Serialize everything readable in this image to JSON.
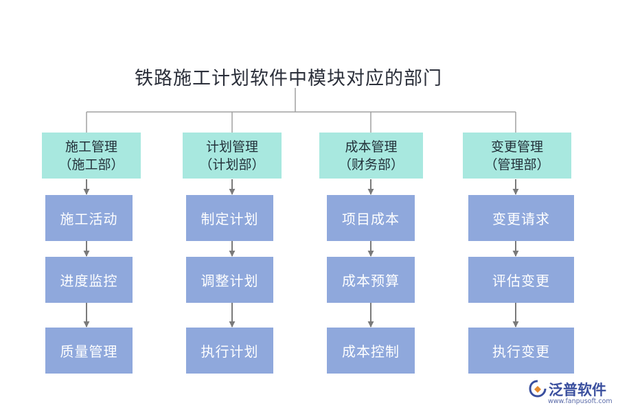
{
  "title": "铁路施工计划软件中模块对应的部门",
  "columns": [
    {
      "head": [
        "施工管理",
        "（施工部）"
      ],
      "items": [
        "施工活动",
        "进度监控",
        "质量管理"
      ]
    },
    {
      "head": [
        "计划管理",
        "（计划部）"
      ],
      "items": [
        "制定计划",
        "调整计划",
        "执行计划"
      ]
    },
    {
      "head": [
        "成本管理",
        "（财务部）"
      ],
      "items": [
        "项目成本",
        "成本预算",
        "成本控制"
      ]
    },
    {
      "head": [
        "变更管理",
        "（管理部）"
      ],
      "items": [
        "变更请求",
        "评估变更",
        "执行变更"
      ]
    }
  ],
  "logo": {
    "name": "泛普软件",
    "url": "www.fanpusoft.com"
  },
  "colors": {
    "head_fill": "#a8e8df",
    "box_fill": "#8fa8dc",
    "line": "#9a9a9a"
  }
}
